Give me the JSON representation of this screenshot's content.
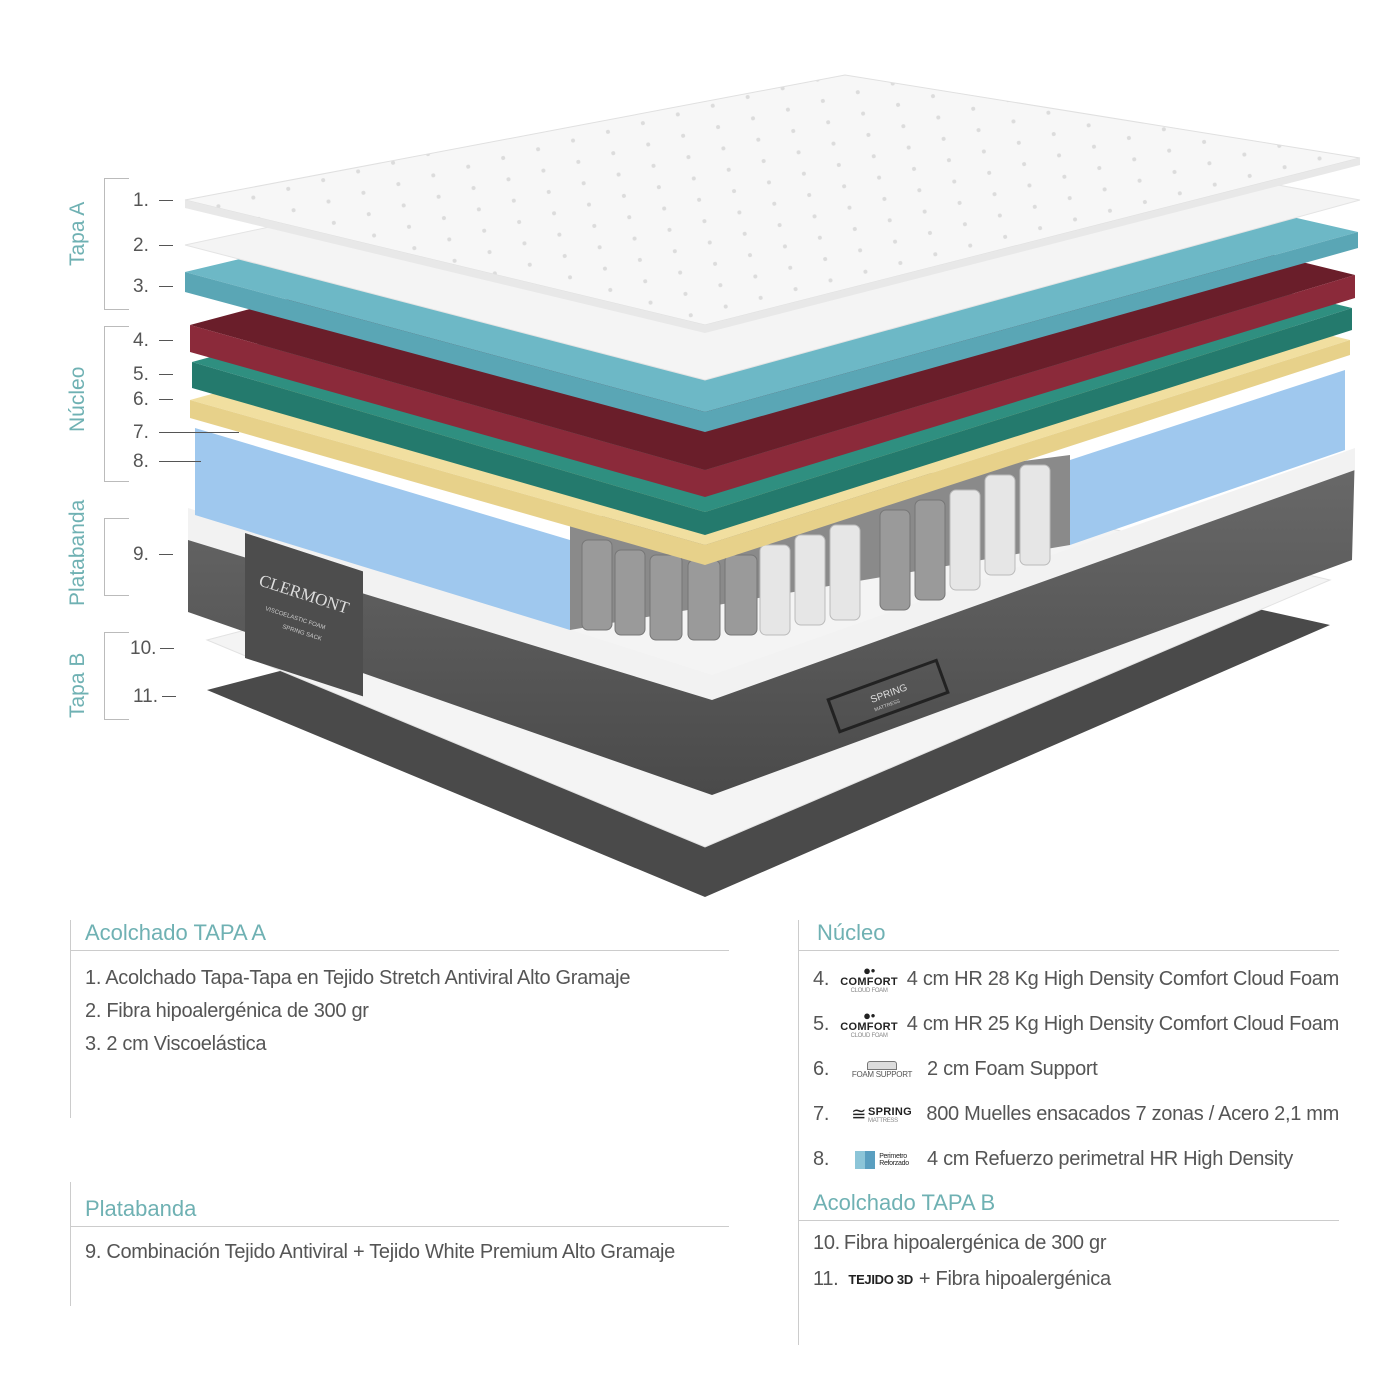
{
  "diagram": {
    "groups": [
      {
        "label": "Tapa A"
      },
      {
        "label": "Núcleo"
      },
      {
        "label": "Platabanda"
      },
      {
        "label": "Tapa B"
      }
    ],
    "layer_numbers": [
      "1.",
      "2.",
      "3.",
      "4.",
      "5.",
      "6.",
      "7.",
      "8.",
      "9.",
      "10.",
      "11."
    ],
    "brand_label": {
      "name": "CLERMONT",
      "sub1": "VISCOELASTIC FOAM",
      "amp": "&",
      "sub2": "SPRING SACK"
    },
    "handle_logo": {
      "name": "SPRING",
      "sub": "MATTRESS"
    },
    "colors": {
      "teal_accent": "#6fb1b3",
      "visco": "#6db8c6",
      "hr28": "#8b2a3a",
      "hr25": "#2f8f80",
      "foam_support": "#f1dfa0",
      "perimeter": "#9fc8ee",
      "band": "#5a5a5a",
      "tejido3d": "#4a4a4a"
    }
  },
  "sections": {
    "tapa_a": {
      "title": "Acolchado TAPA A",
      "items": [
        "1. Acolchado Tapa-Tapa en Tejido Stretch Antiviral Alto Gramaje",
        "2. Fibra hipoalergénica de 300 gr",
        "3. 2 cm Viscoelástica"
      ]
    },
    "platabanda": {
      "title": "Platabanda",
      "items": [
        "9. Combinación Tejido Antiviral + Tejido White Premium Alto Gramaje"
      ]
    },
    "nucleo": {
      "title": "Núcleo",
      "items": [
        {
          "num": "4.",
          "logo": "COMFORT",
          "logo_sub": "CLOUD FOAM",
          "text": "4 cm HR 28 Kg High Density Comfort Cloud Foam"
        },
        {
          "num": "5.",
          "logo": "COMFORT",
          "logo_sub": "CLOUD FOAM",
          "text": "4 cm HR 25 Kg High Density Comfort Cloud Foam"
        },
        {
          "num": "6.",
          "logo": "FOAM SUPPORT",
          "logo_sub": "",
          "text": "2 cm Foam Support"
        },
        {
          "num": "7.",
          "logo": "SPRING",
          "logo_sub": "MATTRESS",
          "text": "800 Muelles ensacados 7 zonas / Acero 2,1 mm"
        },
        {
          "num": "8.",
          "logo": "Perimetro",
          "logo_sub": "Reforzado",
          "text": "4 cm Refuerzo perimetral HR High Density"
        }
      ]
    },
    "tapa_b": {
      "title": "Acolchado TAPA B",
      "items": [
        {
          "num": "10.",
          "text": "Fibra hipoalergénica de 300 gr"
        },
        {
          "num": "11.",
          "logo": "TEJIDO 3D",
          "text": "+ Fibra hipoalergénica"
        }
      ]
    }
  }
}
